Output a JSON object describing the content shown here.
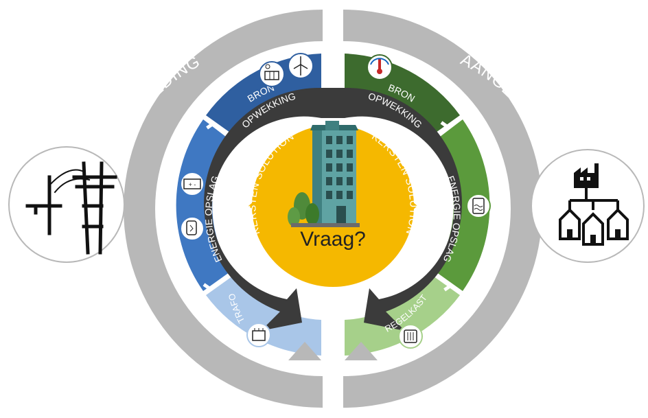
{
  "diagram": {
    "center_label": "Vraag?",
    "outer_left_label": "AANGELEVERDE NETVOEDING",
    "outer_right_label": "AANGELEVERDE RESTWARMTE",
    "inner_left_label": "KERSTEN SOLUTION",
    "inner_right_label": "KERSTEN SOLUTION",
    "left_segments": {
      "top_line1": "BRON",
      "top_line2": "OPWEKKING",
      "middle": "ENERGIE OPSLAG",
      "bottom": "TRAFO"
    },
    "right_segments": {
      "top_line1": "BRON",
      "top_line2": "OPWEKKING",
      "middle": "ENERGIE OPSLAG",
      "bottom": "REGELKAST"
    },
    "icons": {
      "left_outer": "power-pylon-icon",
      "right_outer": "factory-houses-icon",
      "left_top": [
        "solar-panel-icon",
        "wind-turbine-icon"
      ],
      "left_middle": [
        "battery-icon",
        "power-bank-icon"
      ],
      "left_bottom": "transformer-icon",
      "right_top": "thermometer-icon",
      "right_middle": "heat-tank-icon",
      "right_bottom": "control-panel-icon",
      "center": "building-icon"
    },
    "colors": {
      "outer_ring": "#b5b5b5",
      "blue_dark": "#2f5fa0",
      "blue_mid": "#3f78c2",
      "blue_light": "#a9c6e8",
      "green_dark": "#3d6b2e",
      "green_mid": "#5b9a3c",
      "green_light": "#a6d08a",
      "inner_ring": "#3b3b3b",
      "center": "#f5b800"
    }
  }
}
